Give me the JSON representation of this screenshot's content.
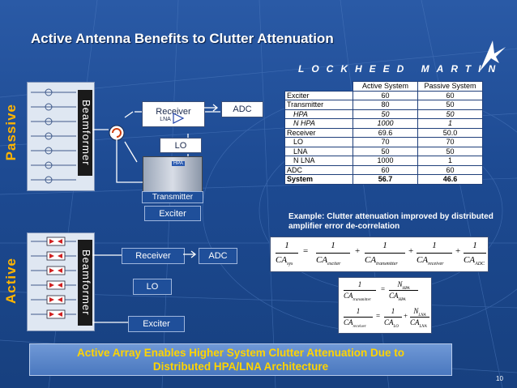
{
  "title": "Active Antenna Benefits to Clutter Attenuation",
  "logo": "LOCKHEED MARTIN",
  "passive": {
    "label": "Passive",
    "beamformer": "Beamformer",
    "receiver": "Receiver",
    "lna": "LNA",
    "adc": "ADC",
    "lo": "LO",
    "hpa": "HPA",
    "transmitter": "Transmitter",
    "exciter": "Exciter"
  },
  "active": {
    "label": "Active",
    "beamformer": "Beamformer",
    "receiver": "Receiver",
    "adc": "ADC",
    "lo": "LO",
    "exciter": "Exciter"
  },
  "table": {
    "headers": [
      "",
      "Active System",
      "Passive System"
    ],
    "rows": [
      [
        "Exciter",
        "60",
        "60"
      ],
      [
        "Transmitter",
        "80",
        "50"
      ],
      [
        "HPA",
        "50",
        "50"
      ],
      [
        "N HPA",
        "1000",
        "1"
      ],
      [
        "Receiver",
        "69.6",
        "50.0"
      ],
      [
        "LO",
        "70",
        "70"
      ],
      [
        "LNA",
        "50",
        "50"
      ],
      [
        "N LNA",
        "1000",
        "1"
      ],
      [
        "ADC",
        "60",
        "60"
      ],
      [
        "System",
        "56.7",
        "46.6"
      ]
    ]
  },
  "example": "Example: Clutter attenuation improved by distributed amplifier error de-correlation",
  "equations": {
    "main": {
      "one": "1",
      "lhs": "CA",
      "lhs_sub": "sys",
      "eq": "=",
      "plus": "+",
      "terms": [
        [
          "CA",
          "exciter"
        ],
        [
          "CA",
          "transmitter"
        ],
        [
          "CA",
          "receiver"
        ],
        [
          "CA",
          "ADC"
        ]
      ]
    },
    "tx": {
      "lhs_num": "1",
      "lhs": "CA",
      "lhs_sub": "transmitter",
      "rhs_num": "N",
      "rhs_num_sub": "HPA",
      "rhs": "CA",
      "rhs_sub": "HPA"
    },
    "rx": {
      "lhs_num": "1",
      "lhs": "CA",
      "lhs_sub": "receiver",
      "t1_num": "1",
      "t1": "CA",
      "t1_sub": "LO",
      "t2_num": "N",
      "t2_num_sub": "LNA",
      "t2": "CA",
      "t2_sub": "LNA"
    }
  },
  "banner": {
    "line1": "Active Array Enables Higher System Clutter Attenuation Due to",
    "line2": "Distributed HPA/LNA Architecture"
  },
  "page_number": "10",
  "colors": {
    "accent_label": "#ffb400",
    "banner_text": "#ffd400",
    "background": "#1d4a92"
  }
}
